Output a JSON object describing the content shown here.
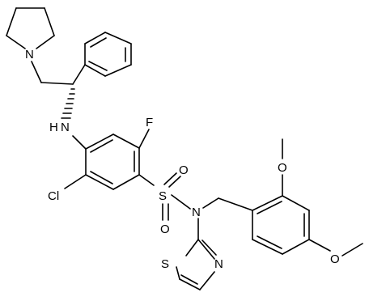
{
  "atoms": {
    "n_pyrrolidine": "N",
    "nh": "H",
    "n_amine": "N",
    "f": "F",
    "cl": "Cl",
    "s": "S",
    "o_top": "O",
    "o_bottom": "O",
    "n_sulfonamide": "N",
    "s_thiazole": "S",
    "n_thiazole": "N",
    "o_methoxy_top": "O",
    "o_methoxy_bottom": "O"
  }
}
